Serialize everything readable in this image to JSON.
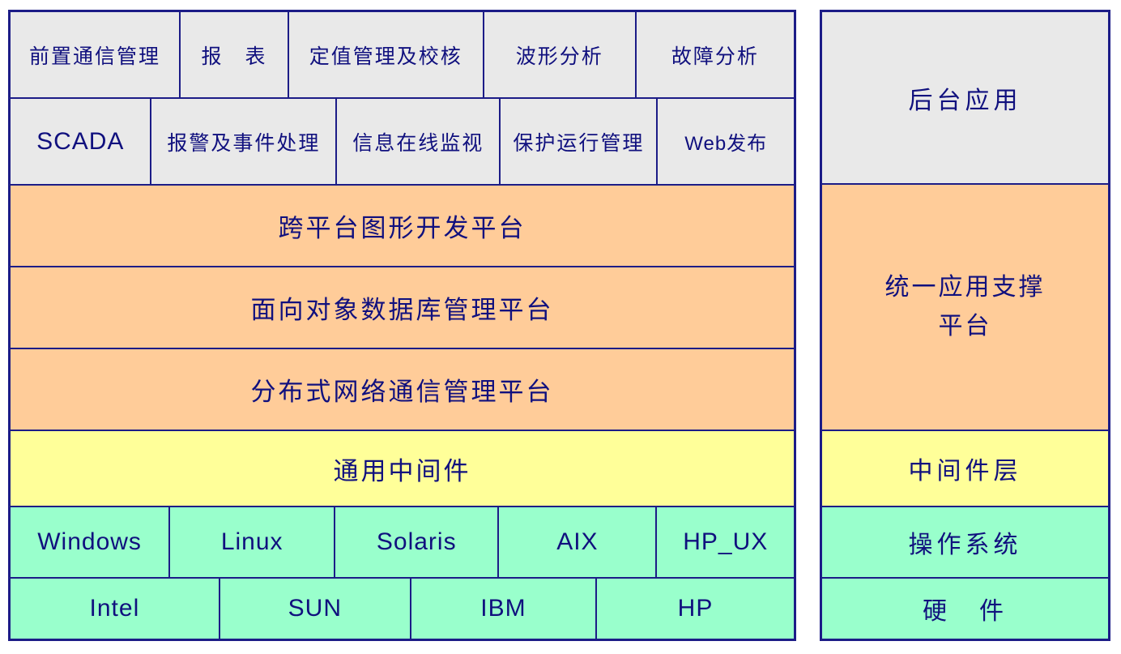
{
  "left": {
    "apps_row1": [
      "前置通信管理",
      "报　表",
      "定值管理及校核",
      "波形分析",
      "故障分析"
    ],
    "apps_row2": [
      "SCADA",
      "报警及事件处理",
      "信息在线监视",
      "保护运行管理",
      "Web发布"
    ],
    "platforms": [
      "跨平台图形开发平台",
      "面向对象数据库管理平台",
      "分布式网络通信管理平台"
    ],
    "middleware": "通用中间件",
    "os": [
      "Windows",
      "Linux",
      "Solaris",
      "AIX",
      "HP_UX"
    ],
    "hardware": [
      "Intel",
      "SUN",
      "IBM",
      "HP"
    ]
  },
  "right": {
    "backend_app": "后台应用",
    "unified_platform_line1": "统一应用支撑",
    "unified_platform_line2": "平台",
    "middleware_layer": "中间件层",
    "os_layer": "操作系统",
    "hardware_layer": "硬　件"
  },
  "colors": {
    "application_gray": "#e9e9e9",
    "platform_orange": "#ffcc99",
    "middleware_yellow": "#ffff99",
    "system_green": "#99ffcc",
    "border_navy": "#1c1c87",
    "text_navy": "#10107e"
  }
}
